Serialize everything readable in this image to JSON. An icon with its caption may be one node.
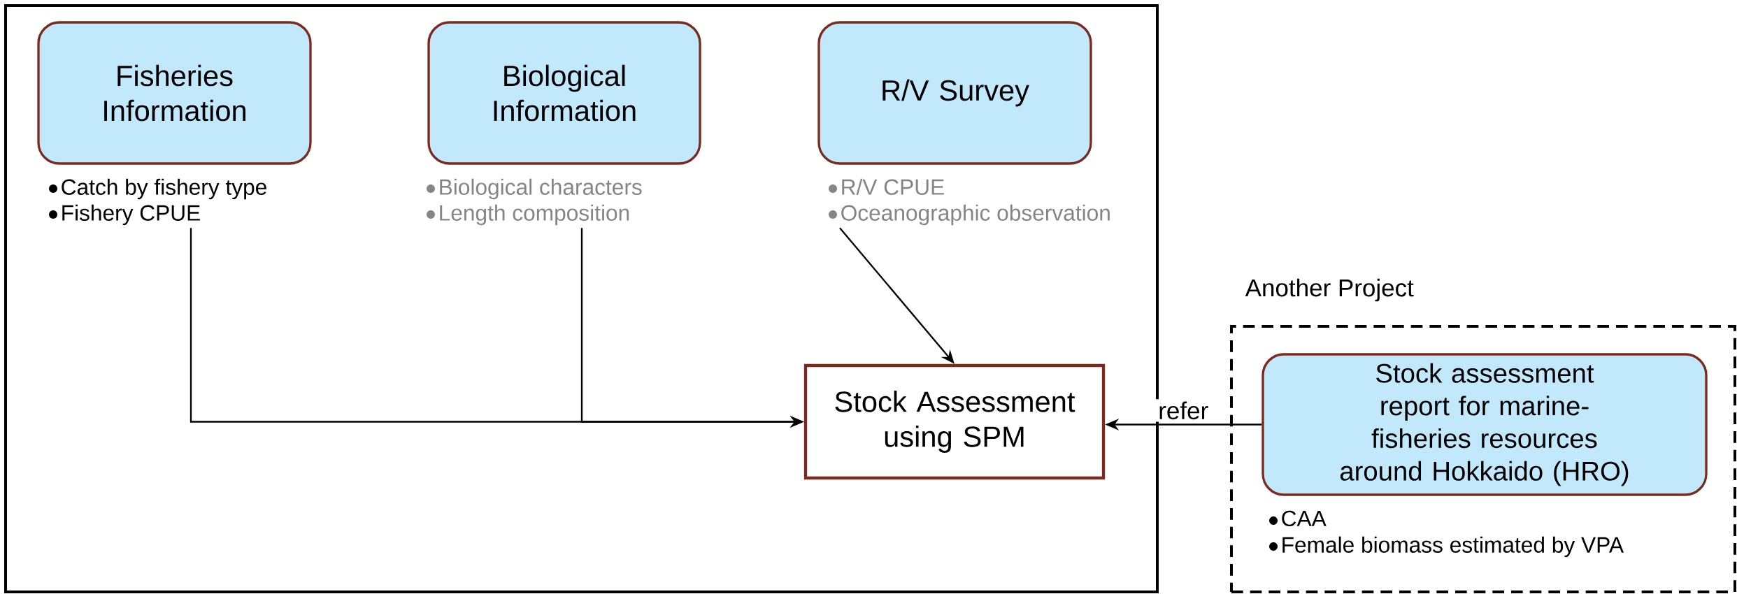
{
  "diagram": {
    "nodes": [
      {
        "text": [],
        "shape": "box"
      },
      {
        "text": [
          "Fisheries Information"
        ],
        "in": 0,
        "beside": [
          "Catch by fishery type",
          "Fishery CPUE"
        ]
      },
      {
        "text": [
          "Biological Information"
        ],
        "in": 0,
        "beside": [
          "Biological characters",
          "Length composition"
        ]
      },
      {
        "text": [
          "R/V Survey"
        ],
        "in": 0,
        "beside": [
          "R/V CPUE",
          "Oceanographic observation"
        ]
      },
      {
        "text": [
          "Stock Assessment using SPM"
        ],
        "in": 0
      },
      {
        "text": [
          "Another Project"
        ]
      },
      {
        "text": [
          "Stock assessment report for marine-fisheries resources around Hokkaido (HRO)"
        ],
        "in": 5,
        "beside": [
          "CAA",
          "Female biomass estimated by VPA"
        ]
      }
    ],
    "edges": [
      {
        "from": 1,
        "to": 4,
        "arrow": "to"
      },
      {
        "from": 2,
        "to": 4,
        "arrow": "to"
      },
      {
        "from": 3,
        "to": 4,
        "arrow": "to"
      },
      {
        "from": 6,
        "to": 4,
        "arrow": "to",
        "label": "refer"
      }
    ]
  }
}
